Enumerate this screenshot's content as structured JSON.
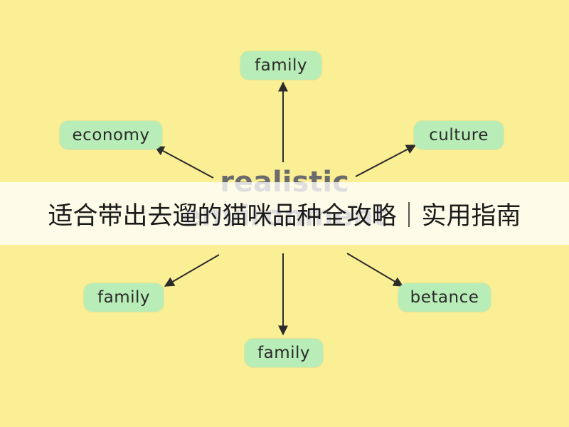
{
  "diagram": {
    "center": {
      "line1": "realistic",
      "line2": "environment"
    },
    "nodes": {
      "top": "family",
      "top_left": "economy",
      "top_right": "culture",
      "bottom_left": "family",
      "bottom_right": "betance",
      "bottom": "family"
    },
    "colors": {
      "background": "#fbef95",
      "node_fill": "#b9edb8",
      "arrow": "#2b2b2b",
      "center_text": "#6b6b6b"
    }
  },
  "banner": {
    "text": "适合带出去遛的猫咪品种全攻略｜实用指南"
  }
}
